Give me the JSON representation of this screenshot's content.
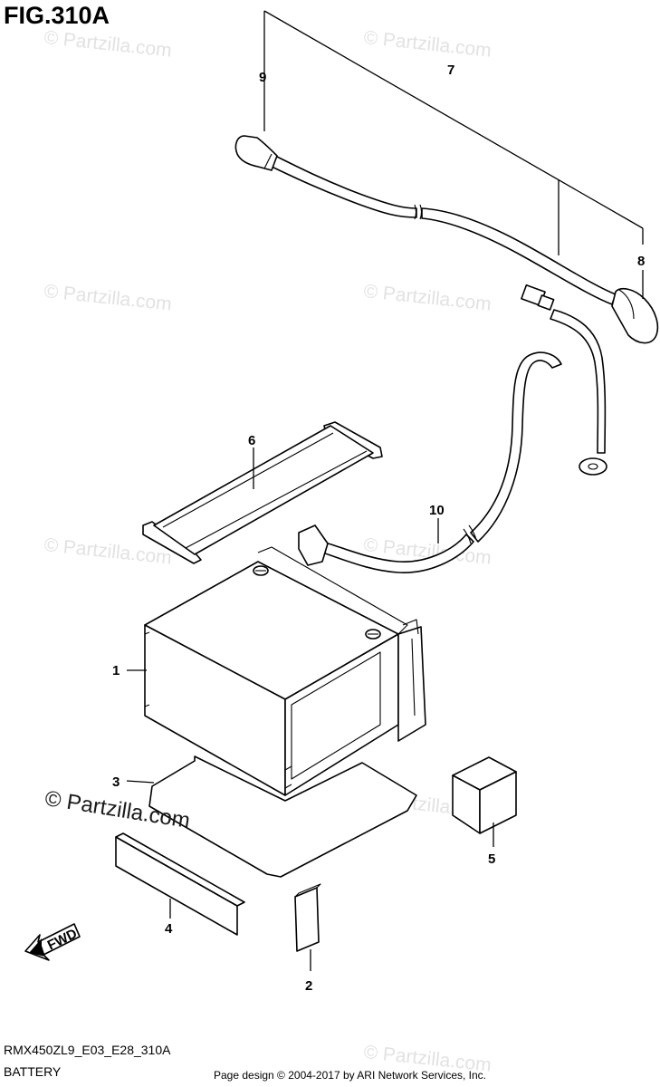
{
  "figure_title": "FIG.310A",
  "model_code": "RMX450ZL9_E03_E28_310A",
  "section_name": "BATTERY",
  "credit": "Page design © 2004-2017 by ARI Network Services, Inc.",
  "watermark": "© Partzilla.com",
  "direction_label": "FWD",
  "callouts": [
    "1",
    "2",
    "3",
    "4",
    "5",
    "6",
    "7",
    "8",
    "9",
    "10"
  ]
}
